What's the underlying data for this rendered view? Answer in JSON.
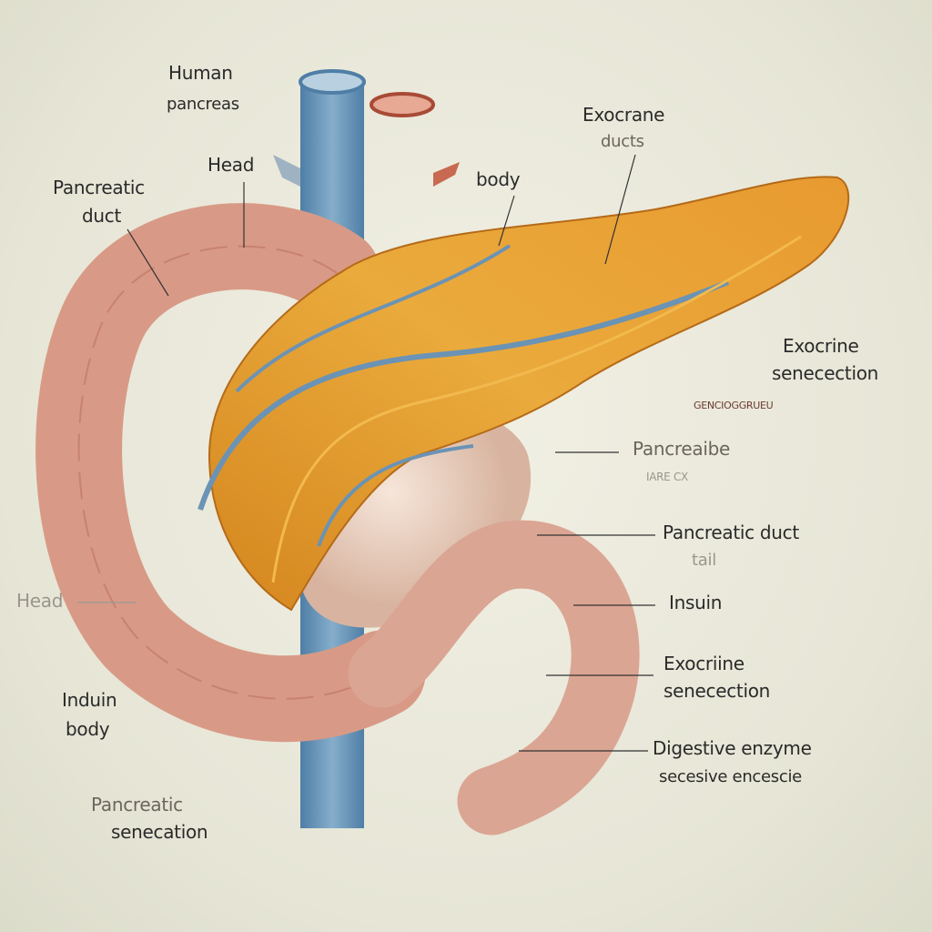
{
  "labels": {
    "human_pancreas": [
      "Human",
      "pancreas"
    ],
    "head_top": "Head",
    "pancreatic_duct_left": [
      "Pancreatic",
      "duct"
    ],
    "exocrane_ducts": [
      "Exocrane",
      "ducts"
    ],
    "body_top": "body",
    "exocrine_secretion_right": [
      "Exocrine",
      "senecection"
    ],
    "garbled_right": "GENCIOGGRUEU",
    "pancreaibe": "Pancreaibe",
    "pancreaibe_sub": "IARE CX",
    "pancreatic_duct_right": [
      "Pancreatic duct",
      "tail"
    ],
    "insulin": "Insuin",
    "exocrine_secretion_lower": [
      "Exocriine",
      "senecection"
    ],
    "digestive_enzyme": [
      "Digestive enzyme",
      "secesive encescie"
    ],
    "head_left": "Head",
    "insulin_body": [
      "Induin",
      "body"
    ],
    "pancreatic_secretion": [
      "Pancreatic",
      "senecation"
    ]
  },
  "colors": {
    "background": "#e9e8da",
    "pancreas": "#e6a436",
    "duodenum": "#dc9c86",
    "vein": "#6a93b5",
    "artery": "#c86a52"
  }
}
